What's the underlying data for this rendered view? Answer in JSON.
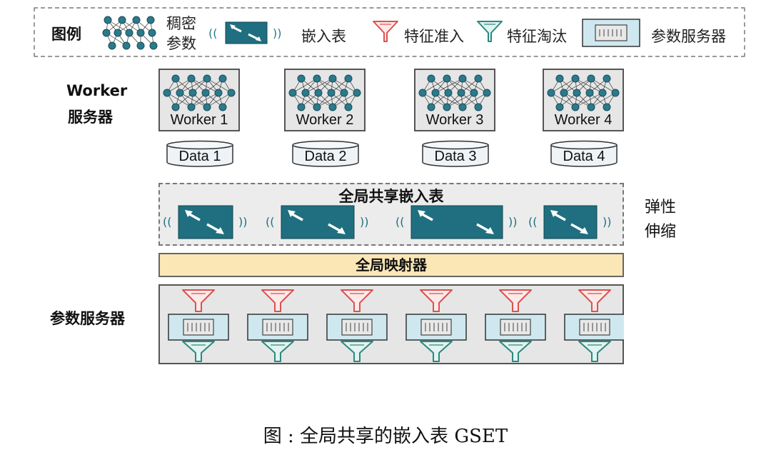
{
  "legend": {
    "title": "图例",
    "dense_params_line1": "稠密",
    "dense_params_line2": "参数",
    "embedding_table": "嵌入表",
    "feature_admission": "特征准入",
    "feature_eviction": "特征淘汰",
    "parameter_server": "参数服务器"
  },
  "workers": {
    "section_label_line1": "Worker",
    "section_label_line2": "服务器",
    "items": [
      {
        "name": "Worker 1",
        "data": "Data 1"
      },
      {
        "name": "Worker 2",
        "data": "Data 2"
      },
      {
        "name": "Worker 3",
        "data": "Data 3"
      },
      {
        "name": "Worker 4",
        "data": "Data 4"
      }
    ]
  },
  "gset": {
    "title": "全局共享嵌入表",
    "elastic_line1": "弹性",
    "elastic_line2": "伸缩"
  },
  "mapper": {
    "label": "全局映射器"
  },
  "ps": {
    "section_label": "参数服务器",
    "count": 6
  },
  "caption": "图 : 全局共享的嵌入表 GSET",
  "colors": {
    "node": "#2b7a8c",
    "table": "#1f6f80",
    "admission": "#d9534f",
    "eviction": "#2a8a80",
    "mapper": "#fbe7b6"
  }
}
